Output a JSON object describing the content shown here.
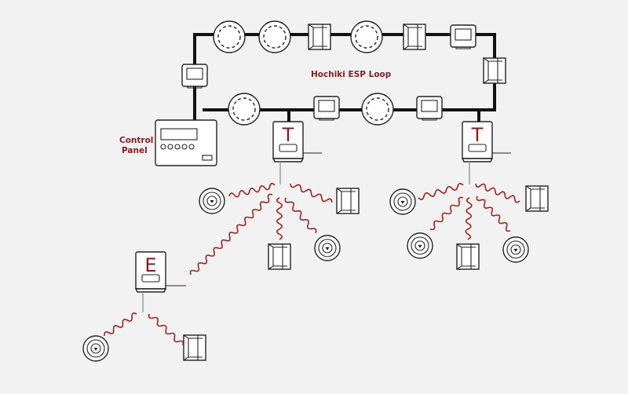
{
  "labels": {
    "loop": "Hochiki ESP Loop",
    "panel_line1": "Control",
    "panel_line2": "Panel"
  },
  "translators": [
    {
      "letter": "T"
    },
    {
      "letter": "T"
    }
  ],
  "expander": {
    "letter": "E"
  },
  "colors": {
    "accent": "#8b1a1a",
    "wire": "#111111",
    "background": "#f2f2f2"
  }
}
